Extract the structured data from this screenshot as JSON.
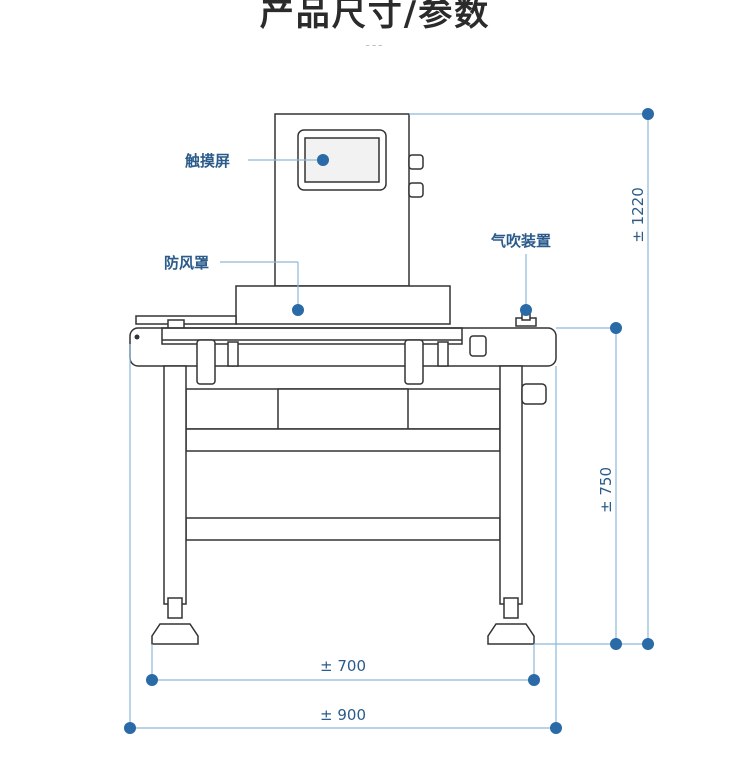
{
  "heading": "产品尺寸/参数",
  "decoration": "---",
  "callouts": {
    "touch_screen": "触摸屏",
    "wind_cover": "防风罩",
    "air_blow_device": "气吹装置"
  },
  "dimensions": {
    "total_height": "± 1220",
    "conveyor_height": "± 750",
    "foot_span": "± 700",
    "total_width": "± 900"
  },
  "colors": {
    "accent": "#2a6aa6",
    "guide_line": "#8fb8d8",
    "machine_line": "#333333"
  }
}
